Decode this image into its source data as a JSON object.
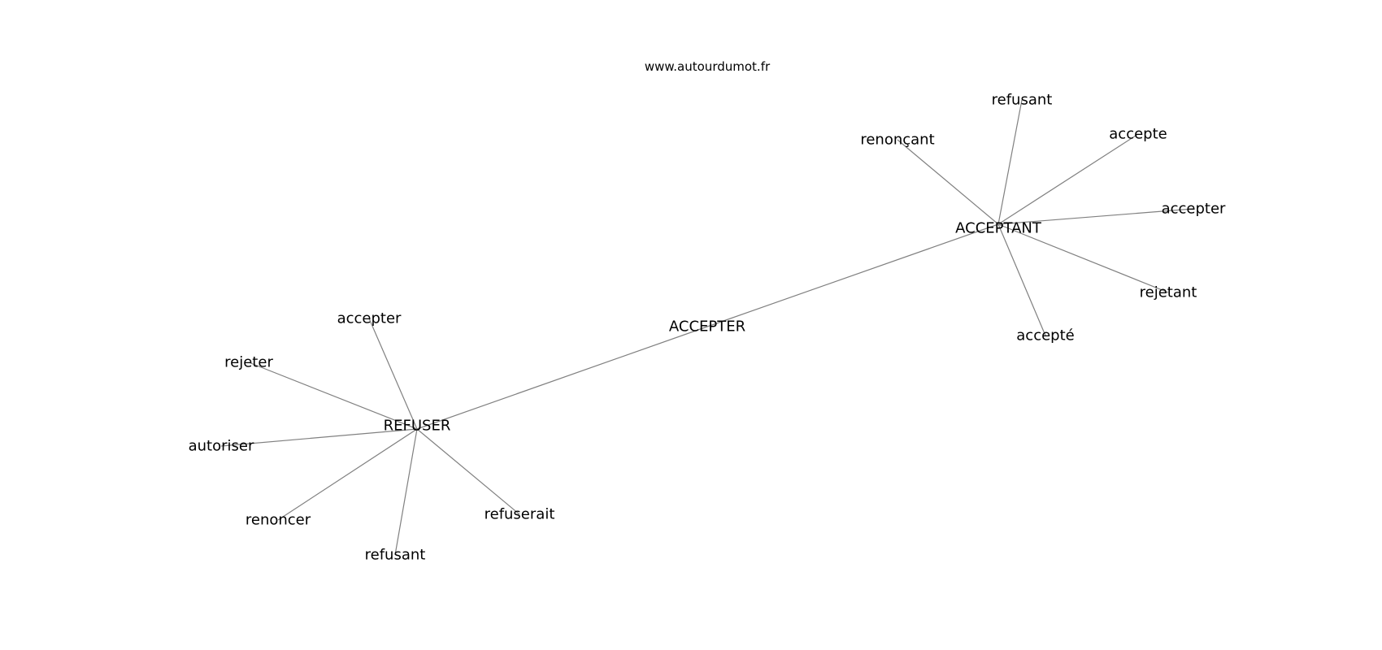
{
  "watermark": "www.autourdumot.fr",
  "graph": {
    "nodes": [
      {
        "id": "ACCEPTER",
        "label": "ACCEPTER"
      },
      {
        "id": "REFUSER",
        "label": "REFUSER"
      },
      {
        "id": "ACCEPTANT",
        "label": "ACCEPTANT"
      },
      {
        "id": "r_accepter",
        "label": "accepter"
      },
      {
        "id": "r_rejeter",
        "label": "rejeter"
      },
      {
        "id": "r_autoriser",
        "label": "autoriser"
      },
      {
        "id": "r_renoncer",
        "label": "renoncer"
      },
      {
        "id": "r_refusant",
        "label": "refusant"
      },
      {
        "id": "r_refuserait",
        "label": "refuserait"
      },
      {
        "id": "a_renoncant",
        "label": "renonçant"
      },
      {
        "id": "a_refusant",
        "label": "refusant"
      },
      {
        "id": "a_accepte",
        "label": "accepte"
      },
      {
        "id": "a_accepter",
        "label": "accepter"
      },
      {
        "id": "a_rejetant",
        "label": "rejetant"
      },
      {
        "id": "a_accepte2",
        "label": "accepté"
      }
    ],
    "edges": [
      [
        "ACCEPTER",
        "REFUSER"
      ],
      [
        "ACCEPTER",
        "ACCEPTANT"
      ],
      [
        "REFUSER",
        "r_accepter"
      ],
      [
        "REFUSER",
        "r_rejeter"
      ],
      [
        "REFUSER",
        "r_autoriser"
      ],
      [
        "REFUSER",
        "r_renoncer"
      ],
      [
        "REFUSER",
        "r_refusant"
      ],
      [
        "REFUSER",
        "r_refuserait"
      ],
      [
        "ACCEPTANT",
        "a_renoncant"
      ],
      [
        "ACCEPTANT",
        "a_refusant"
      ],
      [
        "ACCEPTANT",
        "a_accepte"
      ],
      [
        "ACCEPTANT",
        "a_accepter"
      ],
      [
        "ACCEPTANT",
        "a_rejetant"
      ],
      [
        "ACCEPTANT",
        "a_accepte2"
      ]
    ]
  }
}
